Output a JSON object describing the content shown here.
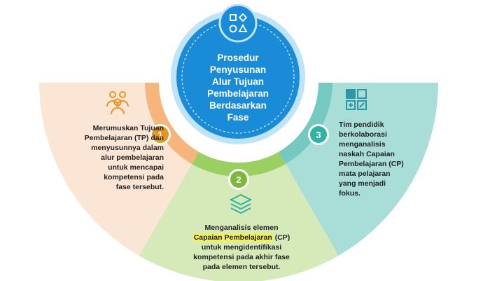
{
  "center": {
    "title_lines": [
      "Prosedur",
      "Penyusunan",
      "Alur Tujuan",
      "Pembelajaran",
      "Berdasarkan",
      "Fase"
    ],
    "icon": "shapes-icon"
  },
  "steps": [
    {
      "number": "1",
      "icon": "people-group-icon",
      "lines": [
        "Merumuskan Tujuan",
        "Pembelajaran (TP) dan",
        "menyusunnya dalam",
        "alur pembelajaran",
        "untuk mencapai",
        "kompetensi pada",
        "fase tersebut."
      ],
      "colors": {
        "panel": "#fbe6d6",
        "arc": "#f6b57c",
        "badge": "#e8961f"
      }
    },
    {
      "number": "2",
      "icon": "layers-icon",
      "line1": "Menganalisis elemen",
      "line2_highlight": "Capaian Pembelajaran",
      "line2_rest": " (CP)",
      "lines_rest": [
        "untuk mengidentifikasi",
        "kompetensi pada akhir fase",
        "pada elemen tersebut."
      ],
      "colors": {
        "panel": "#d6eab9",
        "arc": "#9ccf62",
        "badge": "#7cb83c",
        "highlight": "#f3f05a"
      }
    },
    {
      "number": "3",
      "icon": "grid-tiles-icon",
      "lines": [
        "Tim pendidik",
        "berkolaborasi",
        "menganalisis",
        "naskah Capaian",
        "Pembelajaran (CP)",
        "mata pelajaran",
        "yang menjadi",
        "fokus."
      ],
      "colors": {
        "panel": "#a8ddd8",
        "arc": "#76c9c0",
        "badge": "#2fb3a3"
      }
    }
  ],
  "colors": {
    "center_fill": "#1a8bd6",
    "center_outer": "#bfe3f8"
  }
}
